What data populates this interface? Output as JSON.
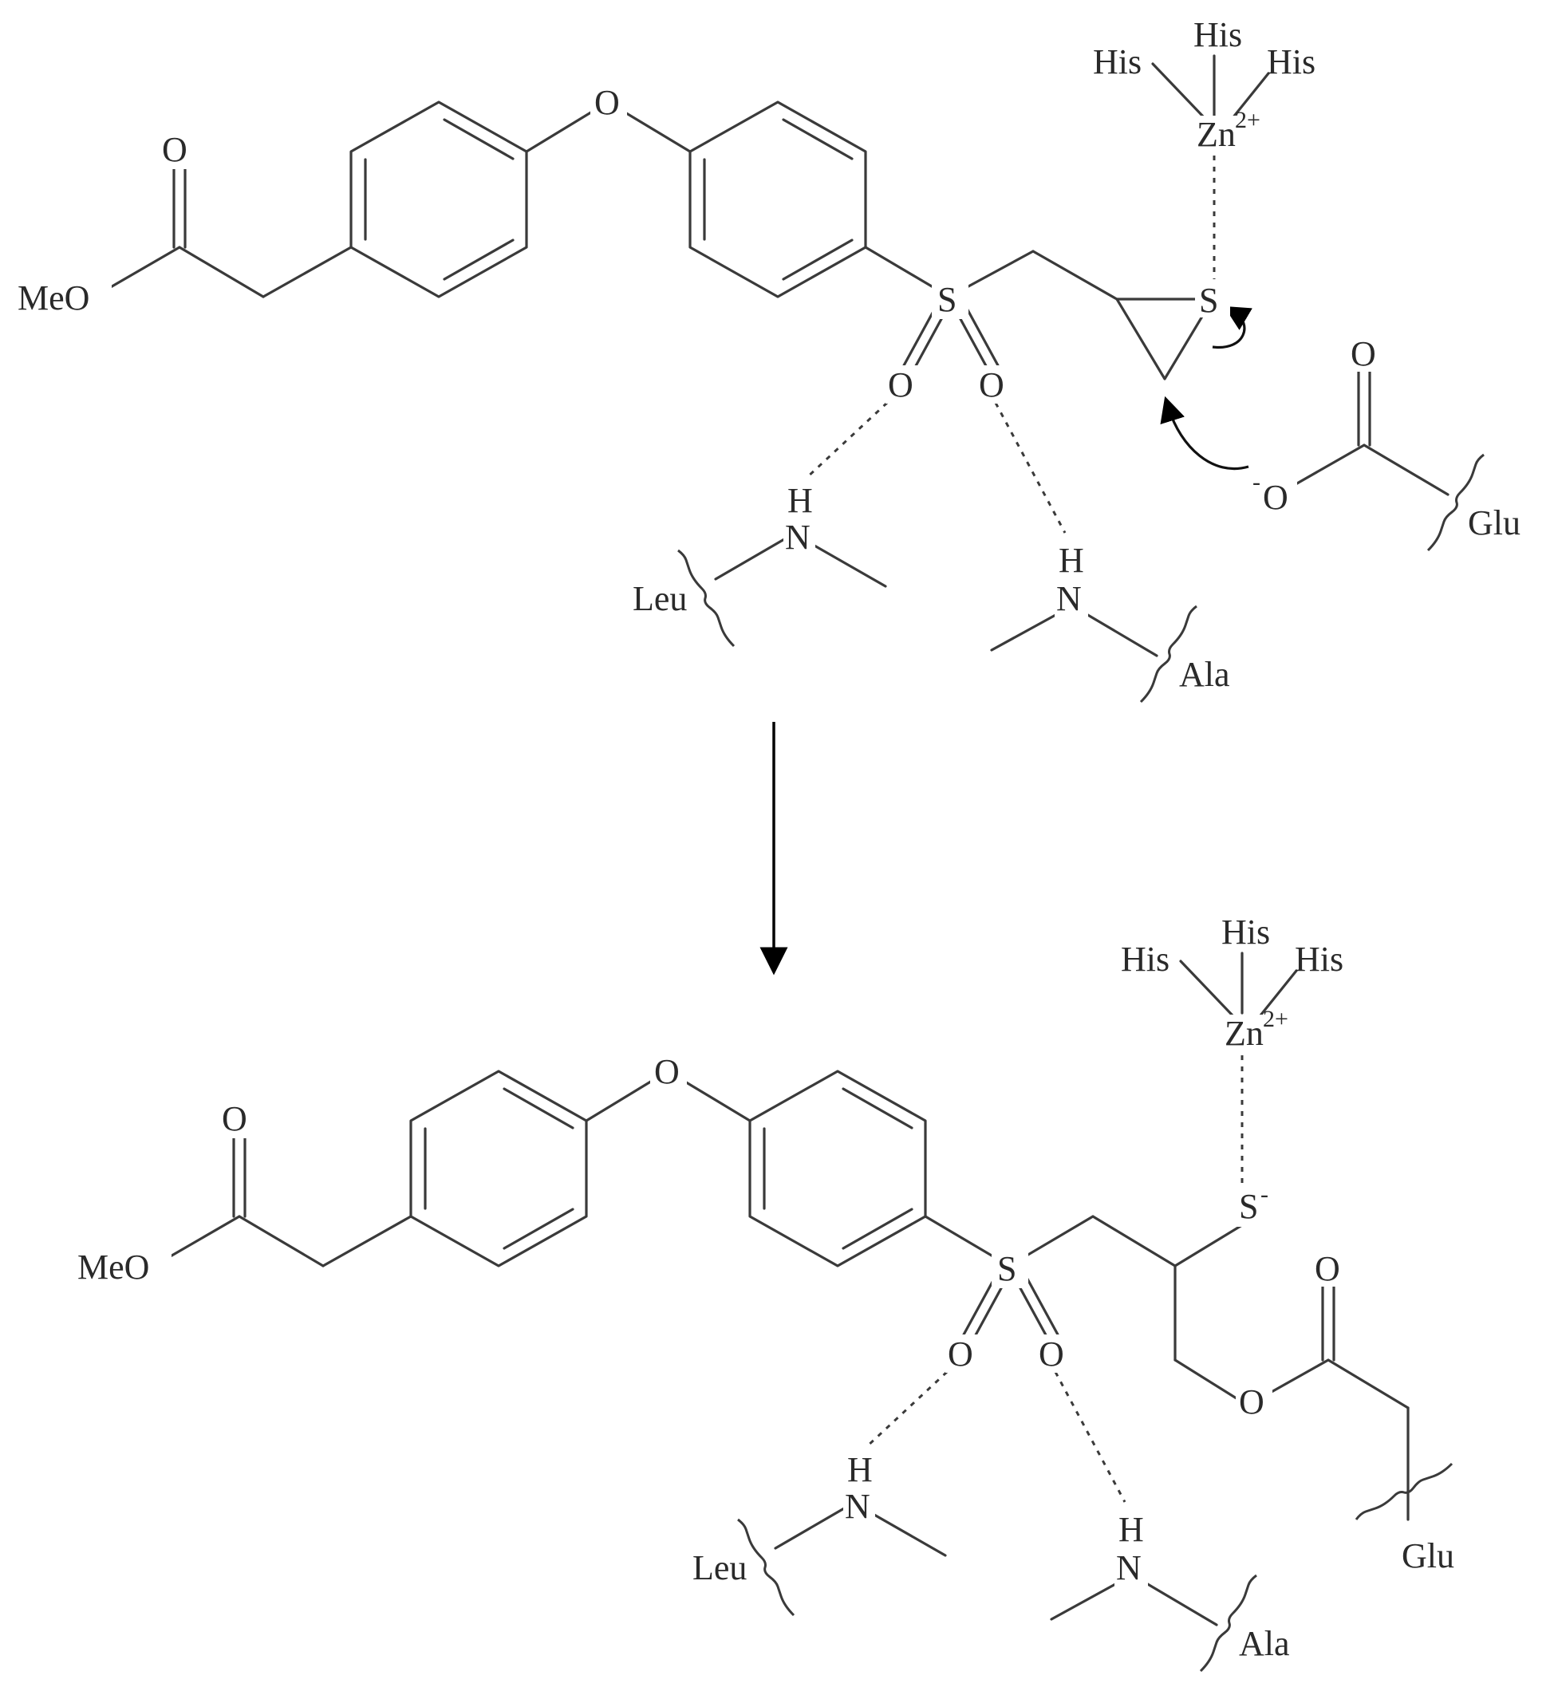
{
  "atoms": {
    "oxygen": "O",
    "methoxy": "MeO",
    "sulfur": "S",
    "sulfur_anion": "S",
    "carboxylate_oxygen": "O",
    "nitrogen": "N",
    "hydrogen": "H",
    "zinc": "Zn",
    "zinc_charge": "2+",
    "negative_charge": "-"
  },
  "residues": {
    "histidine": "His",
    "leucine": "Leu",
    "alanine": "Ala",
    "glutamate": "Glu"
  },
  "colors": {
    "bond": "#3a3a3a",
    "text": "#2a2a2a",
    "arrow": "#000000",
    "background": "#ffffff"
  }
}
